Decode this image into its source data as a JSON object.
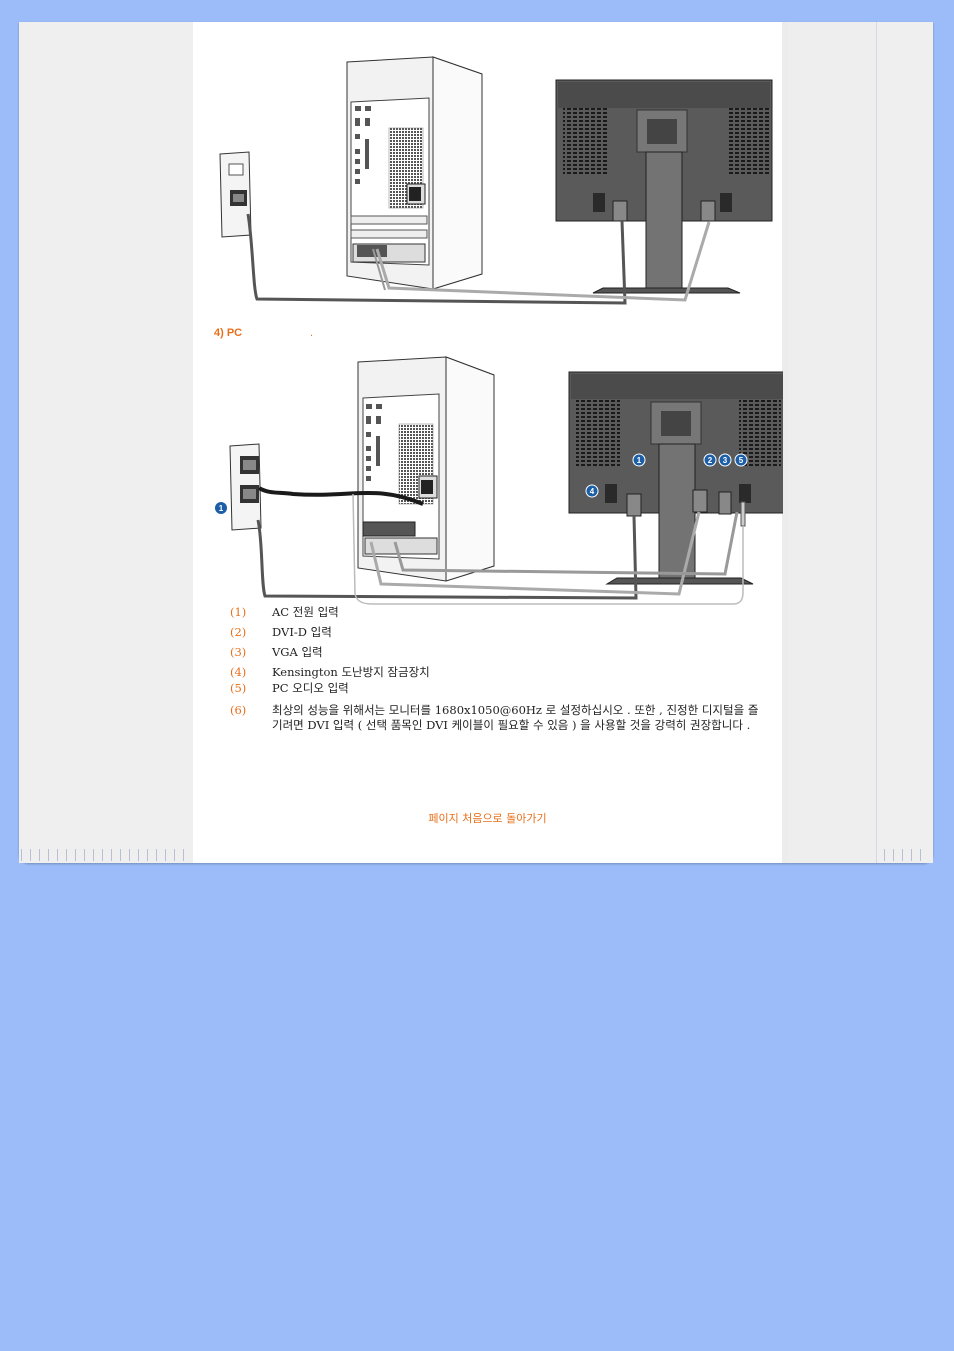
{
  "section": {
    "caption": "4) PC",
    "caption_suffix": "."
  },
  "legend": [
    {
      "num": "(1)",
      "text": "AC 전원 입력"
    },
    {
      "num": "(2)",
      "text": "DVI-D 입력"
    },
    {
      "num": "(3)",
      "text": "VGA 입력"
    },
    {
      "num": "(4)",
      "text": "Kensington 도난방지 잠금장치"
    },
    {
      "num": "(5)",
      "text": "PC 오디오 입력"
    },
    {
      "num": "(6)",
      "text": "최상의 성능을 위해서는 모니터를 1680x1050@60Hz 로 설정하십시오 . 또한 , 진정한 디지털을 즐기려면 DVI 입력 ( 선택 품목인 DVI 케이블이 필요할 수 있음 ) 을 사용할 것을 강력히 권장합니다 ."
    }
  ],
  "back_link": "페이지 처음으로 돌아가기",
  "diagram_badges": [
    "1",
    "2",
    "3",
    "5",
    "4",
    "1"
  ],
  "colors": {
    "page_bg": "#9bbcf8",
    "accent": "#e8701c",
    "badge": "#1c5fa6"
  }
}
